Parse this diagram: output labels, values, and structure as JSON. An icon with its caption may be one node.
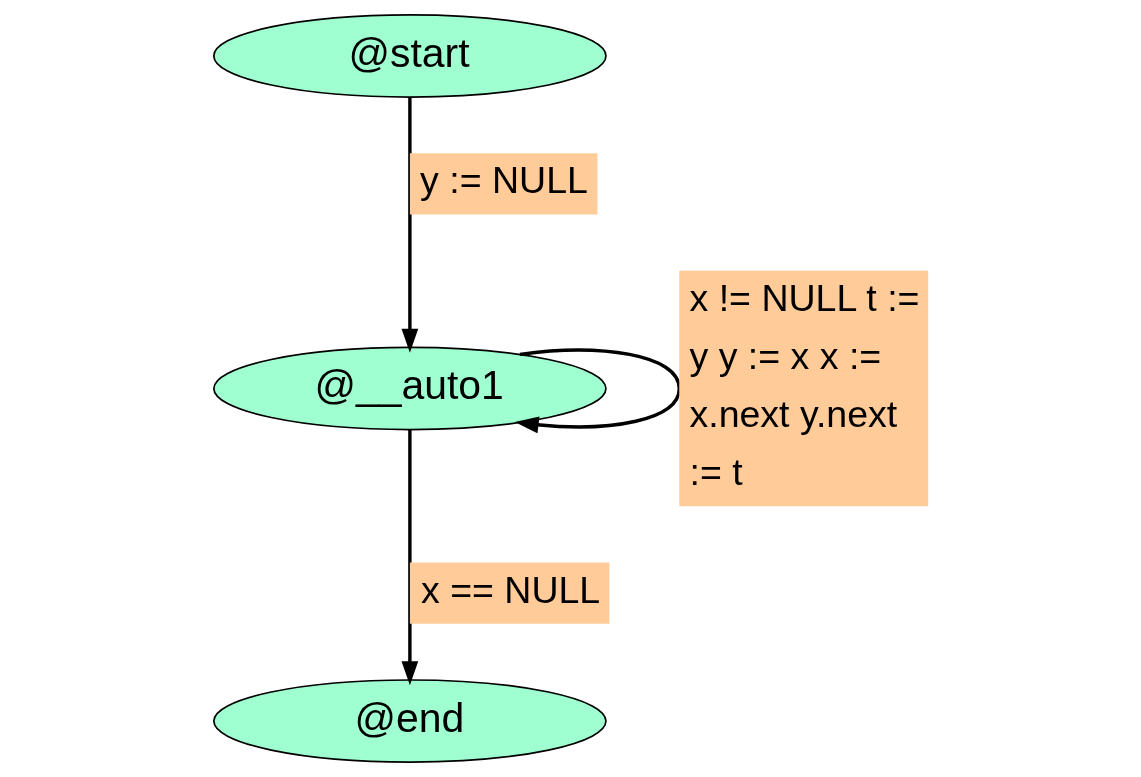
{
  "diagram": {
    "nodes": [
      {
        "text": [
          "@start"
        ]
      },
      {
        "text": [
          "@__auto1"
        ]
      },
      {
        "text": [
          "@end"
        ]
      }
    ],
    "edges": [
      {
        "from": 0,
        "to": 1,
        "arrow": "to",
        "label": "y := NULL"
      },
      {
        "from": 1,
        "to": 1,
        "arrow": "to",
        "label": "x != NULL t := y y := x x := x.next y.next := t"
      },
      {
        "from": 1,
        "to": 2,
        "arrow": "to",
        "label": "x == NULL"
      }
    ]
  }
}
